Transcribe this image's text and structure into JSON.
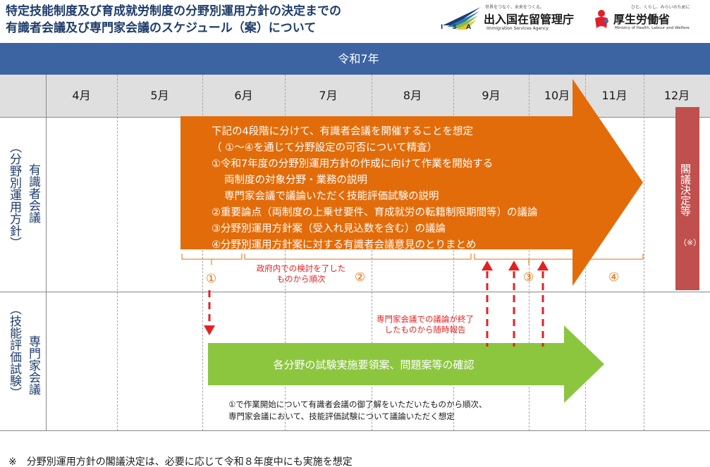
{
  "title": {
    "line1": "特定技能制度及び育成就労制度の分野別運用方針の決定までの",
    "line2": "有識者会議及び専門家会議のスケジュール（案）について"
  },
  "logos": {
    "isa": {
      "mark": "I S A",
      "tagline": "世界をつなぐ、未来をつくる。",
      "name": "出入国在留管理庁",
      "english": "Immigration Services Agency",
      "icon": "isa-swoosh-icon",
      "color": "#1e3d6b"
    },
    "mhlw": {
      "tagline": "ひと、くらし、みらいのために",
      "name": "厚生労働省",
      "english": "Ministry of Health, Labour and Welfare",
      "icon": "mhlw-figure-icon",
      "color": "#e3202a"
    }
  },
  "schedule": {
    "year": "令和7年",
    "months": [
      "4月",
      "5月",
      "6月",
      "7月",
      "8月",
      "9月",
      "10月",
      "11月",
      "12月"
    ],
    "rows": {
      "experts_council": {
        "label": "有識者会議",
        "sub": "（分野別運用方針）"
      },
      "specialists_council": {
        "label": "専門家会議",
        "sub": "（技能評価試験）"
      }
    }
  },
  "orange_arrow": {
    "color": "#e36c0a",
    "lines": [
      "下記の4段階に分けて、有識者会議を開催することを想定",
      "（ ①～④を通じて分野設定の可否について精査）",
      "①令和7年度の分野別運用方針の作成に向けて作業を開始する",
      "両制度の対象分野・業務の説明",
      "専門家会議で議論いただく技能評価試験の説明",
      "②重要論点（両制度の上乗せ要件、育成就労の転籍制限期間等）の議論",
      "③分野別運用方針案（受入れ見込数を含む）の議論",
      "④分野別運用方針案に対する有識者会議意見のとりまとめ"
    ]
  },
  "green_arrow": {
    "color": "#8cc63f",
    "label": "各分野の試験実施要領案、問題案等の確認"
  },
  "cabinet": {
    "label": "閣議決定等",
    "note": "（※）",
    "color": "#c0504d"
  },
  "stages": [
    "①",
    "②",
    "③",
    "④"
  ],
  "notes": {
    "gov_review": [
      "政府内での検討を了した",
      "ものから順次"
    ],
    "report": [
      "専門家会議での議論が終了",
      "したものから随時報告"
    ],
    "approval": [
      "①で作業開始について有識者会議の御了解をいただいたものから順次、",
      "専門家会議において、技能評価試験について議論いただく想定"
    ]
  },
  "footnote": "※　分野別運用方針の閣議決定は、必要に応じて令和８年度中にも実施を想定"
}
